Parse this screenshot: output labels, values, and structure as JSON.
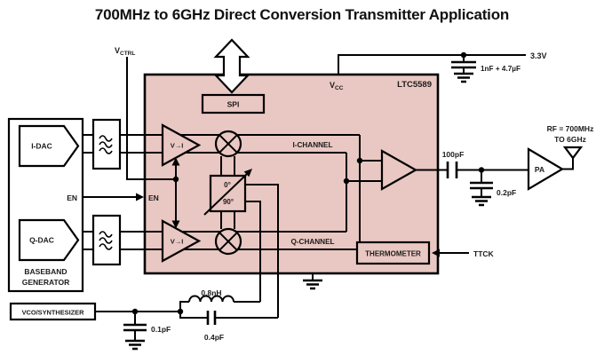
{
  "title": "700MHz to 6GHz Direct Conversion Transmitter Application",
  "colors": {
    "block_fill": "#e9c7c2",
    "wire": "#000000",
    "text": "#1b1b1b"
  },
  "chip": {
    "part_number": "LTC5589",
    "vcc_main": "V",
    "vcc_sub": "CC",
    "spi": "SPI",
    "en": "EN",
    "i_amp": "V→I",
    "q_amp": "V→I",
    "i_channel": "I-CHANNEL",
    "q_channel": "Q-CHANNEL",
    "phase_0": "0°",
    "phase_90": "90°",
    "thermometer": "THERMOMETER"
  },
  "baseband": {
    "i_dac": "I-DAC",
    "q_dac": "Q-DAC",
    "name_line1": "BASEBAND",
    "name_line2": "GENERATOR",
    "en_out": "EN"
  },
  "vco": {
    "label": "VCO/SYNTHESIZER"
  },
  "supply": {
    "rail": "3.3V",
    "decoupling": "1nF + 4.7µF"
  },
  "control": {
    "vctrl_main": "V",
    "vctrl_sub": "CTRL",
    "ttck": "TTCK"
  },
  "lo_match": {
    "inductor": "0.8nH",
    "series_cap": "0.4pF",
    "shunt_cap": "0.1pF"
  },
  "rf_output": {
    "series_cap": "100pF",
    "shunt_cap": "0.2pF",
    "pa": "PA",
    "rf_line1": "RF = 700MHz",
    "rf_line2": "TO 6GHz"
  }
}
